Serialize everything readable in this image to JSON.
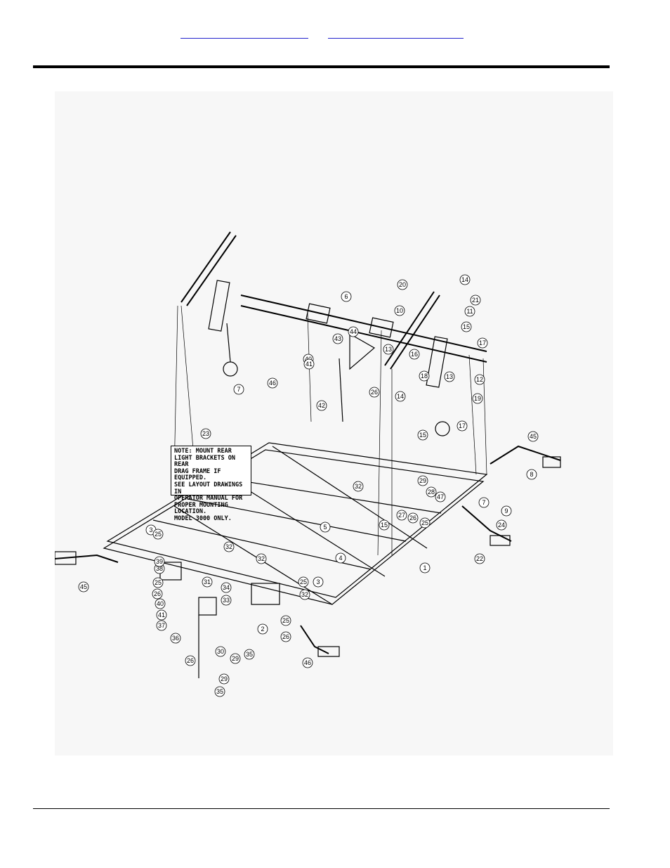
{
  "header": {
    "link_left": "",
    "link_right": ""
  },
  "note": {
    "text": "NOTE: MOUNT REAR\nLIGHT BRACKETS ON REAR\nDRAG FRAME IF EQUIPPED.\nSEE LAYOUT DRAWINGS IN\nOPERATOR MANUAL FOR\nPROPER MOUNTING LOCATION.\nMODEL 3000 ONLY."
  },
  "callouts": [
    {
      "label": "1"
    },
    {
      "label": "2"
    },
    {
      "label": "3"
    },
    {
      "label": "3"
    },
    {
      "label": "4"
    },
    {
      "label": "5"
    },
    {
      "label": "6"
    },
    {
      "label": "7"
    },
    {
      "label": "7"
    },
    {
      "label": "8"
    },
    {
      "label": "9"
    },
    {
      "label": "10"
    },
    {
      "label": "11"
    },
    {
      "label": "12"
    },
    {
      "label": "13"
    },
    {
      "label": "13"
    },
    {
      "label": "14"
    },
    {
      "label": "14"
    },
    {
      "label": "15"
    },
    {
      "label": "15"
    },
    {
      "label": "15"
    },
    {
      "label": "16"
    },
    {
      "label": "17"
    },
    {
      "label": "17"
    },
    {
      "label": "18"
    },
    {
      "label": "19"
    },
    {
      "label": "20"
    },
    {
      "label": "21"
    },
    {
      "label": "22"
    },
    {
      "label": "23"
    },
    {
      "label": "24"
    },
    {
      "label": "25"
    },
    {
      "label": "25"
    },
    {
      "label": "25"
    },
    {
      "label": "25"
    },
    {
      "label": "25"
    },
    {
      "label": "26"
    },
    {
      "label": "26"
    },
    {
      "label": "26"
    },
    {
      "label": "26"
    },
    {
      "label": "26"
    },
    {
      "label": "27"
    },
    {
      "label": "28"
    },
    {
      "label": "29"
    },
    {
      "label": "29"
    },
    {
      "label": "29"
    },
    {
      "label": "30"
    },
    {
      "label": "31"
    },
    {
      "label": "32"
    },
    {
      "label": "32"
    },
    {
      "label": "32"
    },
    {
      "label": "32"
    },
    {
      "label": "33"
    },
    {
      "label": "34"
    },
    {
      "label": "35"
    },
    {
      "label": "35"
    },
    {
      "label": "36"
    },
    {
      "label": "37"
    },
    {
      "label": "38"
    },
    {
      "label": "39"
    },
    {
      "label": "40"
    },
    {
      "label": "40"
    },
    {
      "label": "41"
    },
    {
      "label": "41"
    },
    {
      "label": "42"
    },
    {
      "label": "43"
    },
    {
      "label": "44"
    },
    {
      "label": "45"
    },
    {
      "label": "45"
    },
    {
      "label": "46"
    },
    {
      "label": "46"
    },
    {
      "label": "47"
    }
  ]
}
